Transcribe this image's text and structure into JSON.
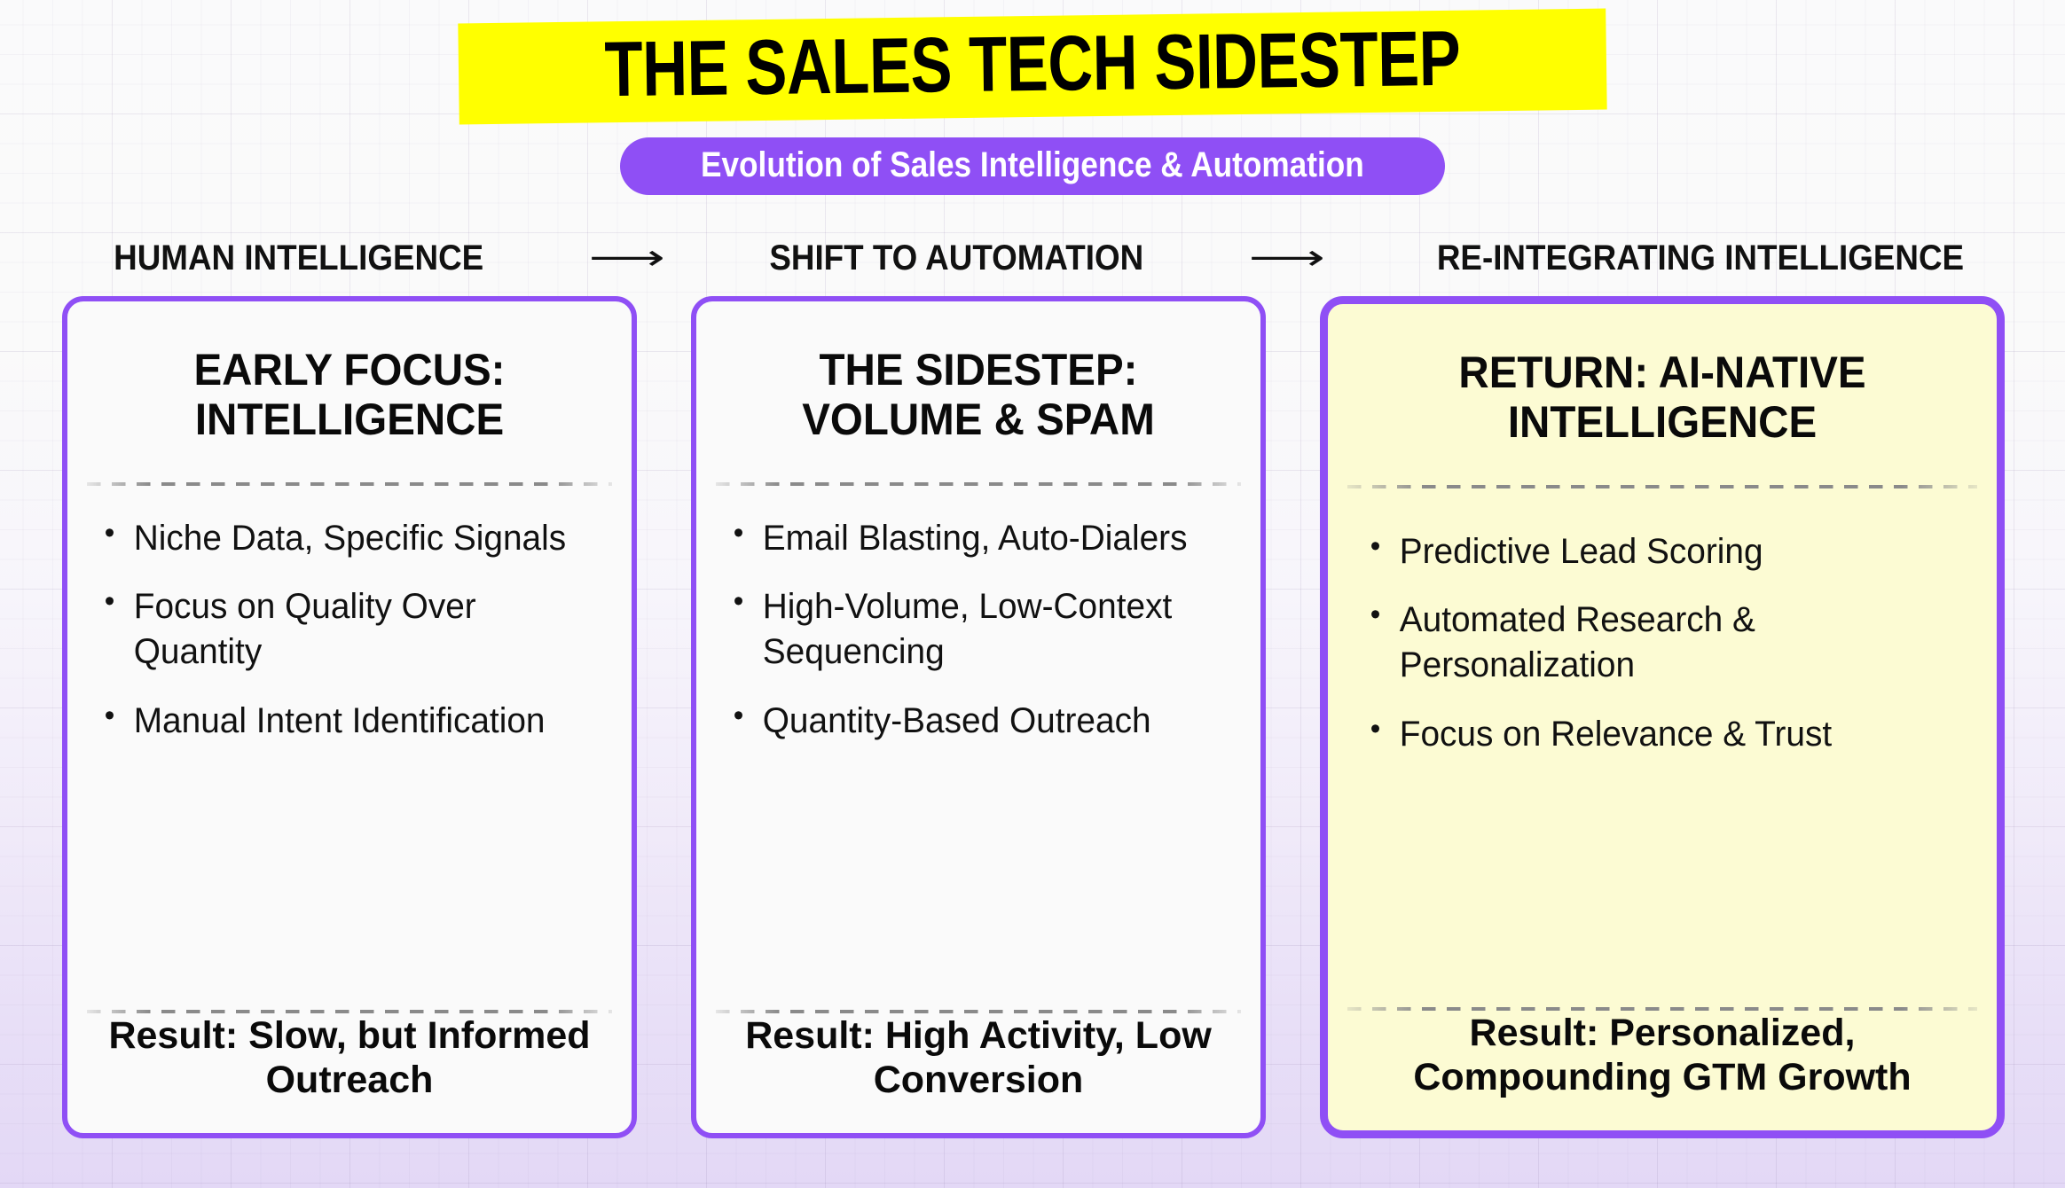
{
  "header": {
    "title": "THE SALES TECH SIDESTEP",
    "subtitle": "Evolution of Sales Intelligence & Automation",
    "title_highlight_color": "#FFFF00",
    "subtitle_pill_color": "#8F4FF5"
  },
  "stages": [
    {
      "label": "HUMAN INTELLIGENCE"
    },
    {
      "label": "SHIFT TO AUTOMATION"
    },
    {
      "label": "RE-INTEGRATING INTELLIGENCE"
    }
  ],
  "stage_arrow": "⟶",
  "cards": [
    {
      "heading": "EARLY FOCUS: INTELLIGENCE",
      "bullets": [
        "Niche Data, Specific Signals",
        "Focus on Quality Over Quantity",
        "Manual Intent Identification"
      ],
      "result": "Result: Slow, but Informed Outreach",
      "accent_color": "#8F4FF5",
      "background_color": "#FAFAFA"
    },
    {
      "heading": "THE SIDESTEP: VOLUME & SPAM",
      "bullets": [
        "Email Blasting, Auto-Dialers",
        "High-Volume, Low-Context Sequencing",
        "Quantity-Based Outreach"
      ],
      "result": "Result: High Activity, Low Conversion",
      "accent_color": "#8F4FF5",
      "background_color": "#FAFAFA"
    },
    {
      "heading": "RETURN: AI-NATIVE INTELLIGENCE",
      "bullets": [
        "Predictive Lead Scoring",
        "Automated Research & Personalization",
        "Focus on Relevance & Trust"
      ],
      "result": "Result: Personalized, Compounding GTM Growth",
      "accent_color": "#8F4FF5",
      "background_color": "#FCFBD3"
    }
  ]
}
